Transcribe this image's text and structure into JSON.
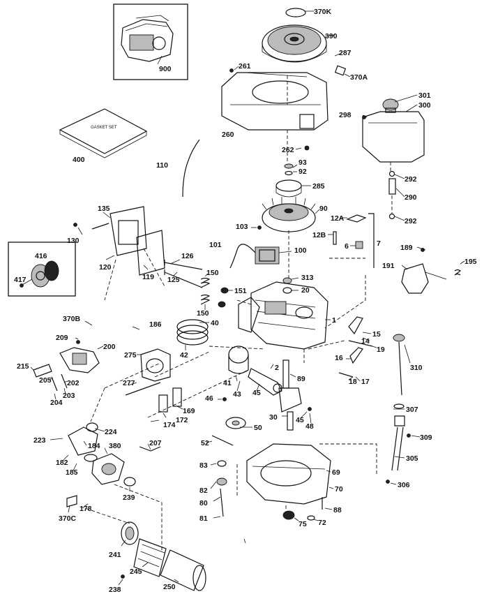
{
  "kit_text": "GASKET SET",
  "labels": {
    "p370K": "370K",
    "p390": "390",
    "p287": "287",
    "p370A": "370A",
    "p261": "261",
    "p260": "260",
    "p262": "262",
    "p900": "900",
    "p301": "301",
    "p300": "300",
    "p298": "298",
    "p292a": "292",
    "p290": "290",
    "p292b": "292",
    "p400": "400",
    "p110": "110",
    "p93": "93",
    "p92": "92",
    "p285": "285",
    "p90": "90",
    "p12A": "12A",
    "p12B": "12B",
    "p6": "6",
    "p7": "7",
    "p103": "103",
    "p101": "101",
    "p100": "100",
    "p135": "135",
    "p130": "130",
    "p120": "120",
    "p119": "119",
    "p416": "416",
    "p417": "417",
    "p126": "126",
    "p125": "125",
    "p150a": "150",
    "p150b": "150",
    "p151": "151",
    "p313": "313",
    "p20": "20",
    "p189": "189",
    "p191": "191",
    "p195": "195",
    "p370B": "370B",
    "p186": "186",
    "p40": "40",
    "p42": "42",
    "p1": "1",
    "p15": "15",
    "p14": "14",
    "p19": "19",
    "p209": "209",
    "p200": "200",
    "p275": "275",
    "p215": "215",
    "p205": "205",
    "p202": "202",
    "p204": "204",
    "p203": "203",
    "p16": "16",
    "p18": "18",
    "p17": "17",
    "p310": "310",
    "p41": "41",
    "p2": "2",
    "p89": "89",
    "p43": "43",
    "p45a": "45",
    "p277": "277",
    "p169": "169",
    "p46": "46",
    "p30": "30",
    "p45b": "45",
    "p48": "48",
    "p172": "172",
    "p174": "174",
    "p307": "307",
    "p224": "224",
    "p50": "50",
    "p309": "309",
    "p223": "223",
    "p184": "184",
    "p380": "380",
    "p207": "207",
    "p52": "52",
    "p305": "305",
    "p182": "182",
    "p185": "185",
    "p83": "83",
    "p69": "69",
    "p82": "82",
    "p70": "70",
    "p306": "306",
    "p178": "178",
    "p239": "239",
    "p80": "80",
    "p88": "88",
    "p370C": "370C",
    "p81": "81",
    "p75": "75",
    "p72": "72",
    "p241": "241",
    "p245": "245",
    "p250": "250",
    "p238": "238"
  }
}
